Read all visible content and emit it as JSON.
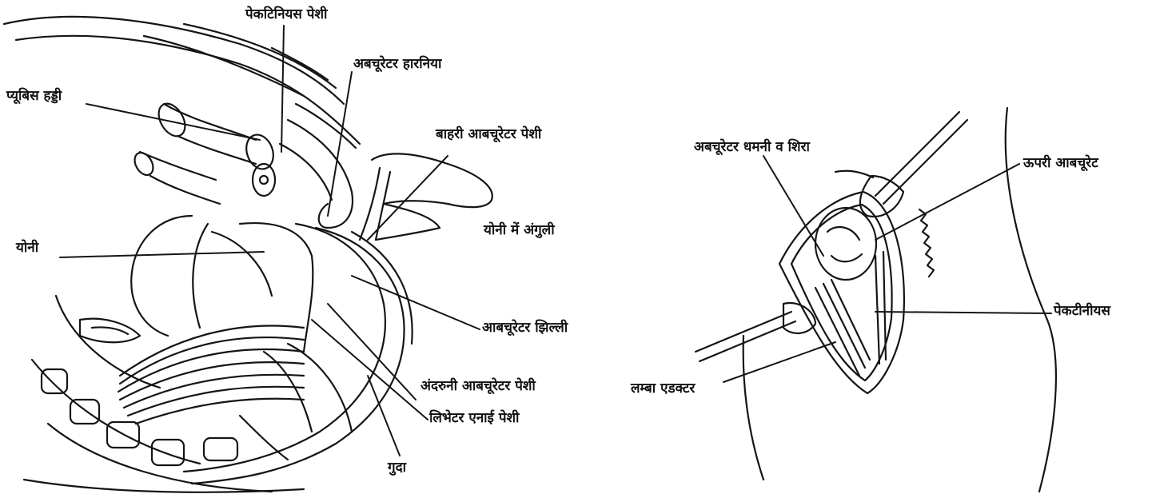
{
  "left_figure": {
    "labels": {
      "pectineus": "पेकटिनियस पेशी",
      "obturator_hernia": "अबचूरेटर हारनिया",
      "pubis_bone": "प्यूबिस हड्डी",
      "external_obturator": "बाहरी आबचूरेटर पेशी",
      "finger_in_vagina": "योनी में अंगुली",
      "vagina": "योनी",
      "obturator_membrane": "आबचूरेटर झिल्ली",
      "internal_obturator": "अंदरुनी आबचूरेटर पेशी",
      "levator_ani": "लिभेटर एनाई पेशी",
      "anus": "गुदा"
    }
  },
  "right_figure": {
    "labels": {
      "obturator_vessels": "अबचूरेटर धमनी व शिरा",
      "upper_obturator": "ऊपरी आबचूरेट",
      "pectineus": "पेकटीनीयस",
      "adductor_longus": "लम्बा एडक्टर"
    }
  }
}
